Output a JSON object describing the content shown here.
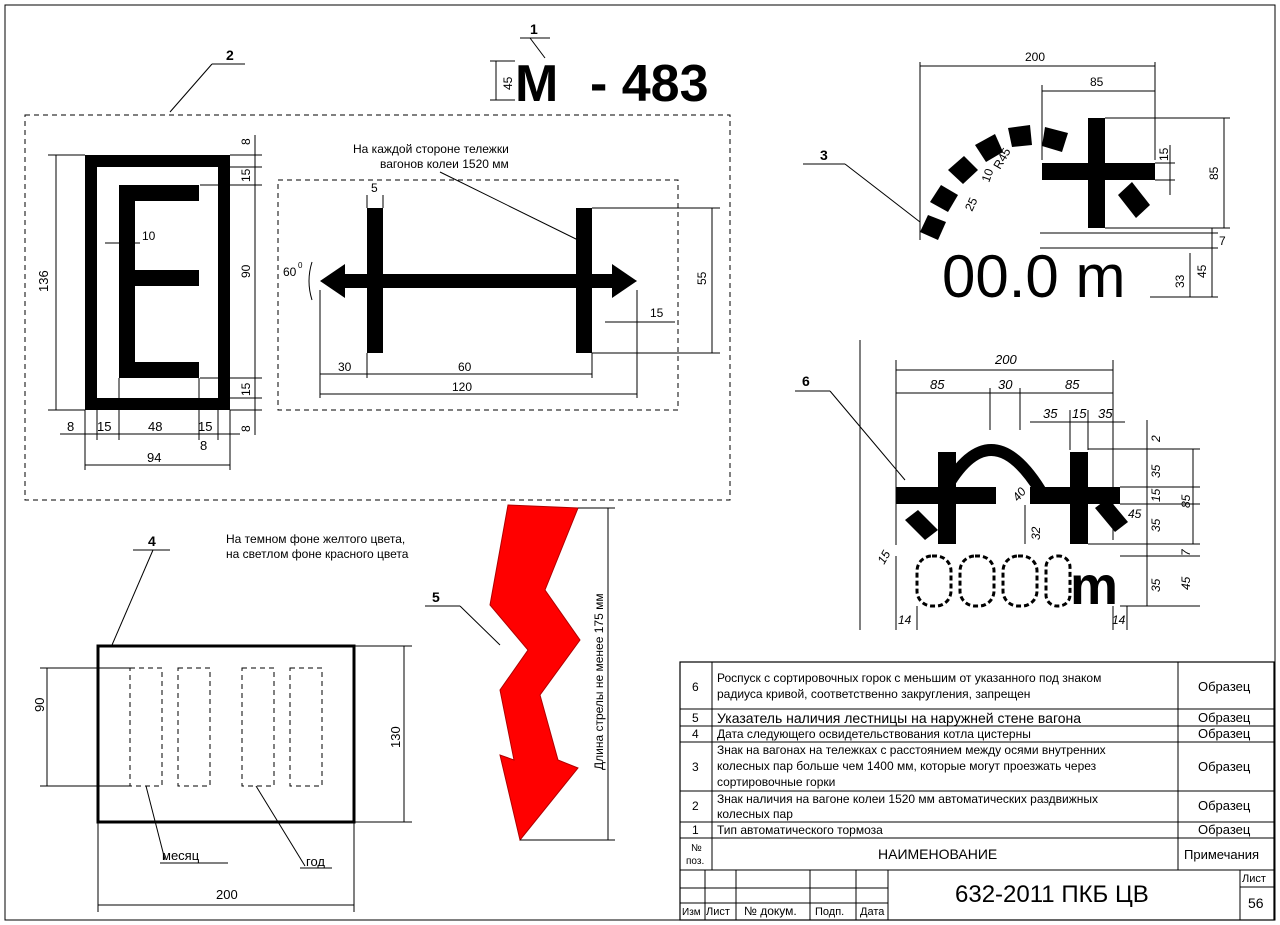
{
  "markers": {
    "m1": "1",
    "m2": "2",
    "m3": "3",
    "m4": "4",
    "m5": "5",
    "m6": "6"
  },
  "sign1": {
    "letter": "М",
    "number": "- 483",
    "dim": "45"
  },
  "sign2": {
    "letter": "Е",
    "note": [
      "На каждой стороне тележки",
      "вагонов колеи 1520 мм"
    ],
    "dims": {
      "d136": "136",
      "d8a": "8",
      "d15a": "15",
      "d90": "90",
      "d15b": "15",
      "d8b": "8",
      "d10": "10",
      "b8": "8",
      "b15": "15",
      "b48": "48",
      "b15b": "15",
      "b8c": "8",
      "b94": "94",
      "a5": "5",
      "a60deg": "60",
      "a55": "55",
      "a15": "15",
      "a30": "30",
      "a60": "60",
      "a120": "120"
    }
  },
  "sign3": {
    "text": "00.0 m",
    "dims": {
      "d200": "200",
      "d85": "85",
      "d85v": "85",
      "d15": "15",
      "r45": "R45",
      "d10": "10",
      "d25": "25",
      "d7": "7",
      "d45": "45",
      "d33": "33"
    }
  },
  "sign4": {
    "note": [
      "На темном фоне желтого цвета,",
      "на светлом фоне красного цвета"
    ],
    "month": "месяц",
    "year": "год",
    "dims": {
      "d90": "90",
      "d130": "130",
      "d200": "200"
    }
  },
  "sign5": {
    "note": "Длина стрелы не менее 175 мм"
  },
  "sign6": {
    "m": "m",
    "dims": {
      "d200": "200",
      "d85a": "85",
      "d30": "30",
      "d85b": "85",
      "d35a": "35",
      "d15": "15",
      "d35b": "35",
      "d2": "2",
      "d35v": "35",
      "d15v": "15",
      "d35v2": "35",
      "d85v": "85",
      "d7": "7",
      "d35v3": "35",
      "d45": "45",
      "d40": "40",
      "d32": "32",
      "d45d": "45",
      "d15d": "15",
      "d14a": "14",
      "d14b": "14"
    }
  },
  "table": {
    "rows": [
      {
        "num": "6",
        "name": [
          "Роспуск с сортировочных горок с меньшим от указанного под знаком",
          "радиуса кривой, соответственно закругления, запрещен"
        ],
        "note": "Образец"
      },
      {
        "num": "5",
        "name": [
          "Указатель наличия лестницы на наружней стене вагона"
        ],
        "note": "Образец"
      },
      {
        "num": "4",
        "name": [
          "Дата следующего освидетельствования котла цистерны"
        ],
        "note": "Образец"
      },
      {
        "num": "3",
        "name": [
          "Знак на вагонах на тележках с расстоянием между осями  внутренних",
          "колесных пар больше чем 1400 мм, которые могут проезжать через",
          "сортировочные горки"
        ],
        "note": "Образец"
      },
      {
        "num": "2",
        "name": [
          "Знак наличия на вагоне колеи 1520 мм автоматических раздвижных",
          "колесных пар"
        ],
        "note": "Образец"
      },
      {
        "num": "1",
        "name": [
          "Тип автоматического тормоза"
        ],
        "note": "Образец"
      }
    ],
    "header": {
      "num_a": "№",
      "num_b": "поз.",
      "name": "НАИМЕНОВАНИЕ",
      "note": "Примечания"
    }
  },
  "stamp": {
    "izm": "Изм",
    "list": "Лист",
    "doc": "№ докум.",
    "sign": "Подп.",
    "date": "Дата",
    "code": "632-2011 ПКБ ЦВ",
    "sheet_label": "Лист",
    "sheet_num": "56"
  }
}
